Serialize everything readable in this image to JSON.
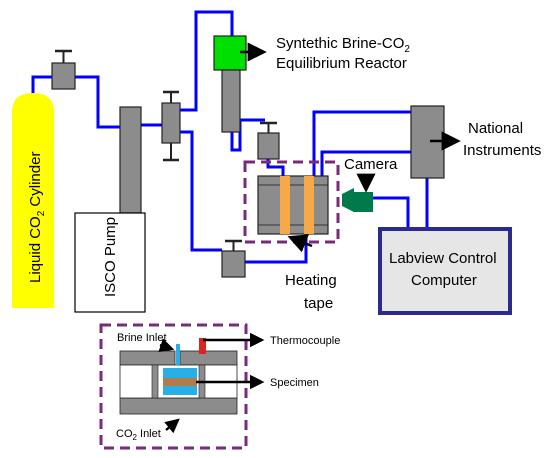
{
  "colors": {
    "pipe": "#0000ff",
    "cylinder": "#ffff00",
    "reactor": "#00e000",
    "heating_tape": "#f7a94a",
    "camera": "#007a4a",
    "computer_border": "#2b2b8f",
    "dashed_box": "#7a2a7a",
    "component_gray": "#8c8c8c",
    "specimen_blue": "#2aaee6",
    "specimen_brown": "#b07a4a",
    "thermocouple_red": "#dd2222"
  },
  "labels": {
    "cylinder_main": "Liquid CO",
    "cylinder_sub": "2",
    "cylinder_end": " Cylinder",
    "isco_pump": "ISCO Pump",
    "reactor_line1_main": "Syntethic Brine-CO",
    "reactor_line1_sub": "2",
    "reactor_line2": "Equilibrium Reactor",
    "national_line1": "National",
    "national_line2": "Instruments",
    "camera": "Camera",
    "heating_line1": "Heating",
    "heating_line2": "tape",
    "computer_line1": "Labview Control",
    "computer_line2": "Computer"
  },
  "inset": {
    "brine_inlet": "Brine Inlet",
    "thermocouple": "Thermocouple",
    "specimen": "Specimen",
    "co2_inlet_main": "CO",
    "co2_inlet_sub": "2",
    "co2_inlet_end": " Inlet"
  }
}
